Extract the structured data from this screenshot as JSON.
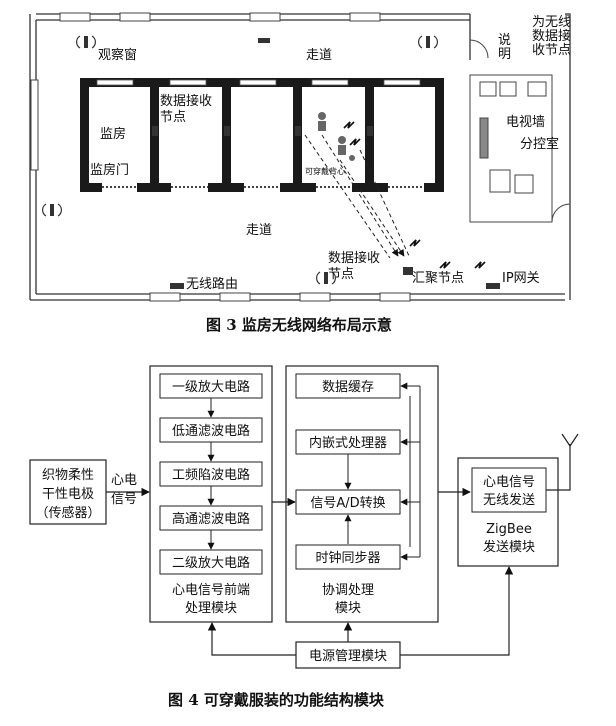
{
  "fig3": {
    "caption": "图 3   监房无线网络布局示意",
    "labels": {
      "observation_window": "观察窗",
      "corridor_top": "走道",
      "corridor_middle": "走道",
      "note": "说\n明",
      "node_note": "为无线\n数据接\n收节点",
      "data_node_1": "数据接收\n节点",
      "cell": "监房",
      "cell_door": "监房门",
      "tv_wall": "电视墙",
      "control_room": "分控室",
      "wearable": "可穿戴背心",
      "data_node_2": "数据接收\n节点",
      "aggregation_node": "汇聚节点",
      "wireless_router": "无线路由",
      "ip_gateway": "IP网关"
    }
  },
  "fig4": {
    "caption": "图 4   可穿戴服装的功能结构模块",
    "sensor": "织物柔性\n干性电极\n（传感器）",
    "ecg_signal": "心电\n信号",
    "frontend": {
      "items": [
        "一级放大电路",
        "低通滤波电路",
        "工频陷波电路",
        "高通滤波电路",
        "二级放大电路"
      ],
      "title": "心电信号前端\n处理模块"
    },
    "coordination": {
      "items": [
        "数据缓存",
        "内嵌式处理器",
        "信号A/D转换",
        "时钟同步器"
      ],
      "title": "协调处理\n模块"
    },
    "zigbee": {
      "inner": "心电信号\n无线发送",
      "title": "ZigBee\n发送模块"
    },
    "power": "电源管理模块"
  }
}
